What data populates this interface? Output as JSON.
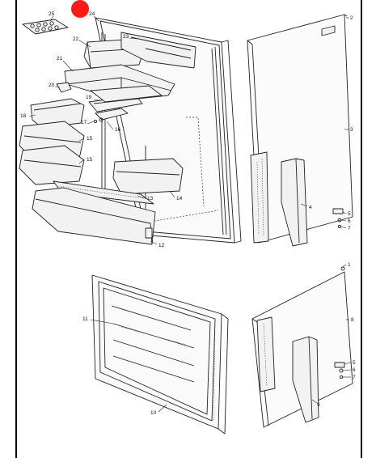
{
  "callouts": [
    "25",
    "24",
    "22",
    "23",
    "2",
    "21",
    "20",
    "19",
    "18",
    "17",
    "16",
    "15",
    "15",
    "3",
    "14",
    "13",
    "4",
    "5",
    "6",
    "7",
    "12",
    "1",
    "11",
    "8",
    "10",
    "5",
    "6",
    "7",
    "9"
  ],
  "marker_color": "#ff1a1a"
}
